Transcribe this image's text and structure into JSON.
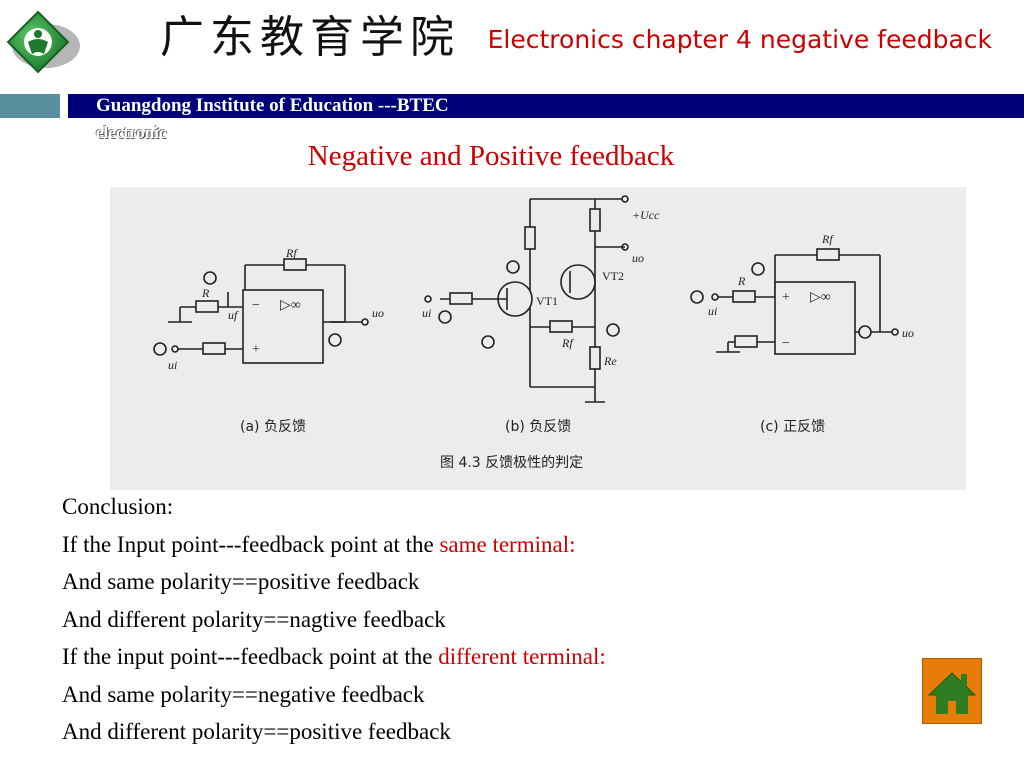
{
  "header": {
    "logo_icon": "school-emblem-icon",
    "chinese_title": "广东教育学院",
    "course_title": "Electronics chapter 4 negative feedback"
  },
  "banner": {
    "institute": "Guangdong Institute of Education ---BTEC",
    "subtitle": "electronic"
  },
  "slide": {
    "title": "Negative and Positive feedback"
  },
  "figure": {
    "caption": "图 4.3  反馈极性的判定",
    "sub_a": "(a) 负反馈",
    "sub_b": "(b) 负反馈",
    "sub_c": "(c) 正反馈",
    "labels": {
      "rf": "Rf",
      "r": "R",
      "ui": "ui",
      "uo": "uo",
      "uf": "uf",
      "vt1": "VT1",
      "vt2": "VT2",
      "ucc": "+Ucc",
      "re": "Re",
      "infinity": "▷∞",
      "plus": "+",
      "minus": "−"
    }
  },
  "conclusion": {
    "heading": "Conclusion:",
    "line1_prefix": "If the Input point---feedback point at the ",
    "line1_highlight": "same terminal:",
    "line2": "And same polarity==positive feedback",
    "line3": "And different polarity==nagtive feedback",
    "line4_prefix": "If the input point---feedback point at the ",
    "line4_highlight": "different terminal:",
    "line5": "And same polarity==negative feedback",
    "line6": "And different polarity==positive feedback"
  },
  "nav": {
    "home_icon": "home-icon"
  },
  "colors": {
    "accent_red": "#cc0000",
    "banner_navy": "#00007a",
    "banner_teal": "#5a8fa0",
    "home_orange": "#e87c08",
    "logo_green": "#2e9a3e"
  }
}
